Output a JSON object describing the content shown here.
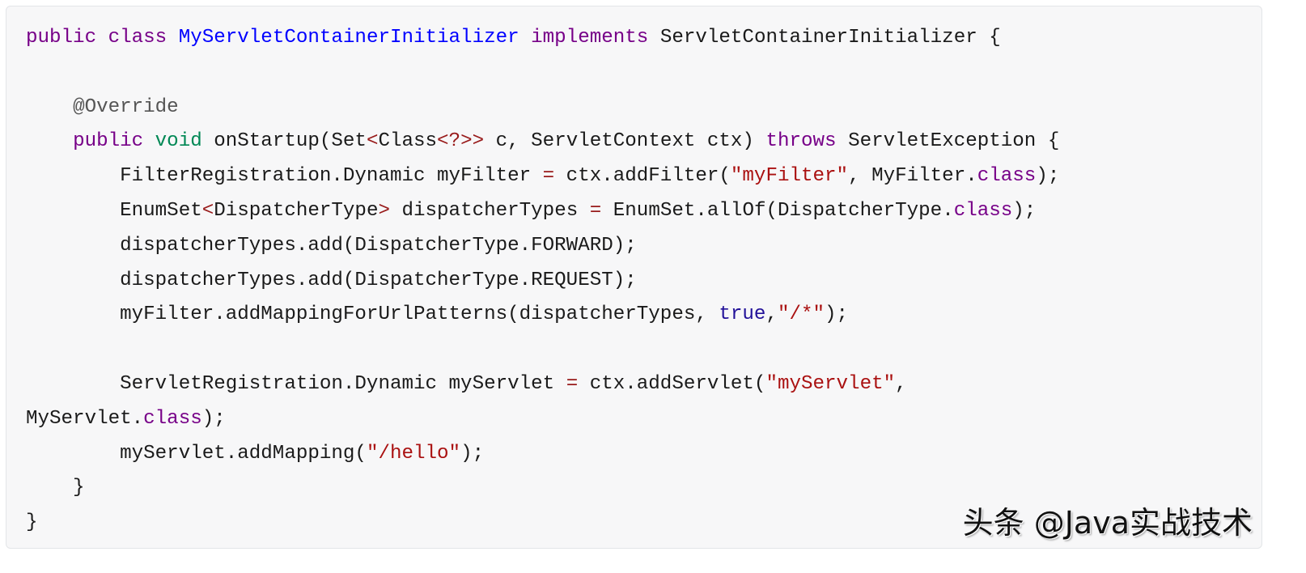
{
  "colors": {
    "background": "#f7f7f8",
    "border": "#e3e5e8",
    "keyword": "#770088",
    "definition": "#0000ff",
    "type": "#008855",
    "string": "#aa1111",
    "operator": "#981a1a",
    "atom": "#221199",
    "meta": "#555555",
    "plain": "#1a1a1a"
  },
  "code": {
    "language": "java",
    "lines": [
      [
        {
          "t": "kw",
          "v": "public"
        },
        {
          "t": "plain",
          "v": " "
        },
        {
          "t": "kw",
          "v": "class"
        },
        {
          "t": "plain",
          "v": " "
        },
        {
          "t": "def",
          "v": "MyServletContainerInitializer"
        },
        {
          "t": "plain",
          "v": " "
        },
        {
          "t": "kw",
          "v": "implements"
        },
        {
          "t": "plain",
          "v": " ServletContainerInitializer {"
        }
      ],
      [],
      [
        {
          "t": "plain",
          "v": "    "
        },
        {
          "t": "meta",
          "v": "@Override"
        }
      ],
      [
        {
          "t": "plain",
          "v": "    "
        },
        {
          "t": "kw",
          "v": "public"
        },
        {
          "t": "plain",
          "v": " "
        },
        {
          "t": "type",
          "v": "void"
        },
        {
          "t": "plain",
          "v": " onStartup(Set"
        },
        {
          "t": "op",
          "v": "<"
        },
        {
          "t": "plain",
          "v": "Class"
        },
        {
          "t": "op",
          "v": "<?>>"
        },
        {
          "t": "plain",
          "v": " c, ServletContext ctx) "
        },
        {
          "t": "kw",
          "v": "throws"
        },
        {
          "t": "plain",
          "v": " ServletException {"
        }
      ],
      [
        {
          "t": "plain",
          "v": "        FilterRegistration.Dynamic myFilter "
        },
        {
          "t": "op",
          "v": "="
        },
        {
          "t": "plain",
          "v": " ctx.addFilter("
        },
        {
          "t": "str",
          "v": "\"myFilter\""
        },
        {
          "t": "plain",
          "v": ", MyFilter."
        },
        {
          "t": "kw",
          "v": "class"
        },
        {
          "t": "plain",
          "v": ");"
        }
      ],
      [
        {
          "t": "plain",
          "v": "        EnumSet"
        },
        {
          "t": "op",
          "v": "<"
        },
        {
          "t": "plain",
          "v": "DispatcherType"
        },
        {
          "t": "op",
          "v": ">"
        },
        {
          "t": "plain",
          "v": " dispatcherTypes "
        },
        {
          "t": "op",
          "v": "="
        },
        {
          "t": "plain",
          "v": " EnumSet.allOf(DispatcherType."
        },
        {
          "t": "kw",
          "v": "class"
        },
        {
          "t": "plain",
          "v": ");"
        }
      ],
      [
        {
          "t": "plain",
          "v": "        dispatcherTypes.add(DispatcherType.FORWARD);"
        }
      ],
      [
        {
          "t": "plain",
          "v": "        dispatcherTypes.add(DispatcherType.REQUEST);"
        }
      ],
      [
        {
          "t": "plain",
          "v": "        myFilter.addMappingForUrlPatterns(dispatcherTypes, "
        },
        {
          "t": "atom",
          "v": "true"
        },
        {
          "t": "plain",
          "v": ","
        },
        {
          "t": "str",
          "v": "\"/*\""
        },
        {
          "t": "plain",
          "v": ");"
        }
      ],
      [],
      [
        {
          "t": "plain",
          "v": "        ServletRegistration.Dynamic myServlet "
        },
        {
          "t": "op",
          "v": "="
        },
        {
          "t": "plain",
          "v": " ctx.addServlet("
        },
        {
          "t": "str",
          "v": "\"myServlet\""
        },
        {
          "t": "plain",
          "v": ","
        }
      ],
      [
        {
          "t": "plain",
          "v": "MyServlet."
        },
        {
          "t": "kw",
          "v": "class"
        },
        {
          "t": "plain",
          "v": ");"
        }
      ],
      [
        {
          "t": "plain",
          "v": "        myServlet.addMapping("
        },
        {
          "t": "str",
          "v": "\"/hello\""
        },
        {
          "t": "plain",
          "v": ");"
        }
      ],
      [
        {
          "t": "plain",
          "v": "    }"
        }
      ],
      [
        {
          "t": "plain",
          "v": "}"
        }
      ]
    ]
  },
  "watermark": {
    "text": "头条 @Java实战技术"
  }
}
